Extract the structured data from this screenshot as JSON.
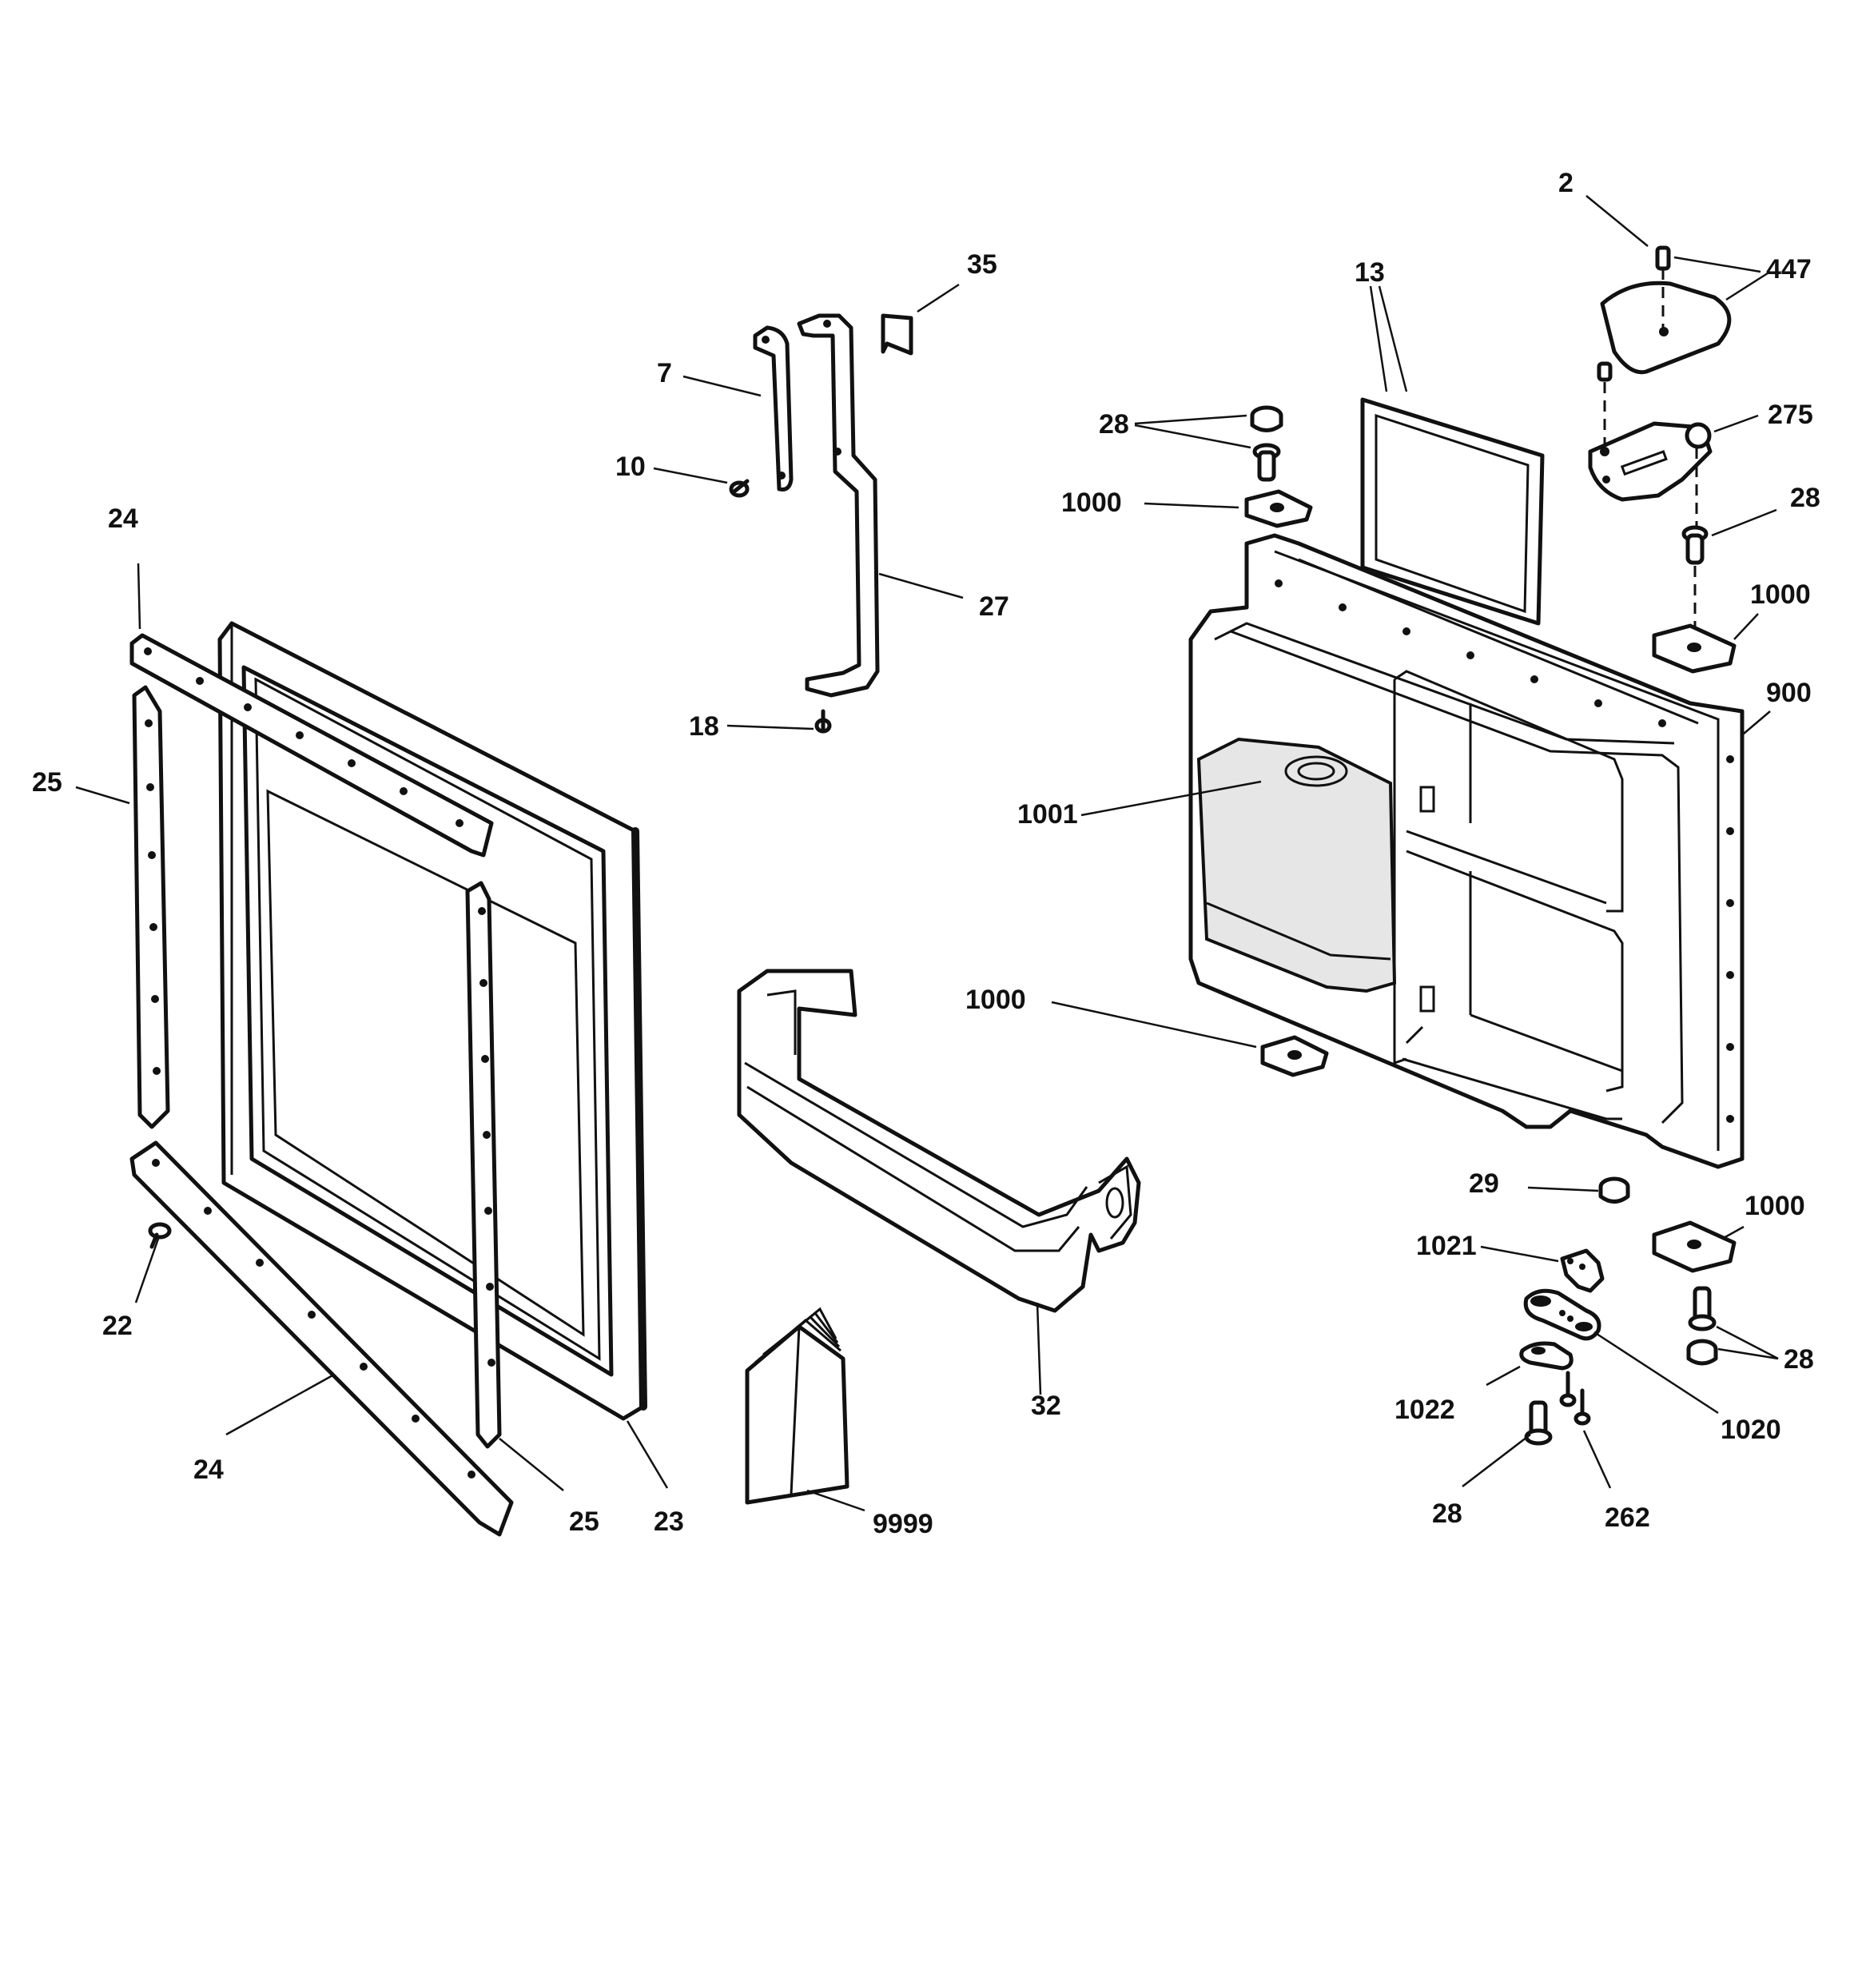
{
  "callouts": {
    "c2": "2",
    "c447": "447",
    "c13": "13",
    "c35": "35",
    "c7": "7",
    "c10": "10",
    "c27": "27",
    "c18": "18",
    "c28a": "28",
    "c1000a": "1000",
    "c275": "275",
    "c28b": "28",
    "c1000b": "1000",
    "c900": "900",
    "c1001": "1001",
    "c24a": "24",
    "c25a": "25",
    "c1000c": "1000",
    "c29": "29",
    "c1000d": "1000",
    "c1021": "1021",
    "c28c": "28",
    "c22": "22",
    "c32": "32",
    "c1022": "1022",
    "c1020": "1020",
    "c24b": "24",
    "c25b": "25",
    "c23": "23",
    "c9999": "9999",
    "c28d": "28",
    "c262": "262"
  }
}
